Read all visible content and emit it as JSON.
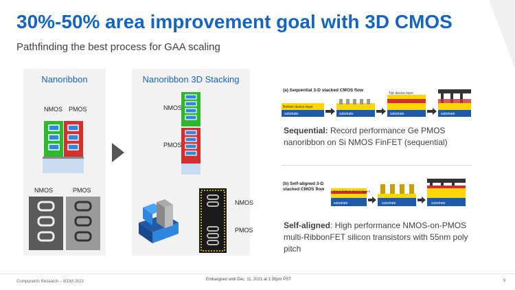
{
  "slide": {
    "title": "30%-50% area improvement goal with 3D CMOS",
    "subtitle": "Pathfinding the best process for GAA scaling"
  },
  "left_panel": {
    "label": "Nanoribbon",
    "nmos_top": "NMOS",
    "pmos_top": "PMOS",
    "nmos_bottom": "NMOS",
    "pmos_bottom": "PMOS"
  },
  "right_panel": {
    "label": "Nanoribbon 3D Stacking",
    "nmos_top": "NMOS",
    "pmos_top": "PMOS",
    "nmos_bottom": "NMOS",
    "pmos_bottom": "PMOS"
  },
  "sequential": {
    "flow_title": "(a) Sequential 3-D stacked CMOS flow",
    "bottom_layer": "Bottom device layer",
    "top_layer": "Top device layer",
    "substrate": "substrate",
    "desc_bold": "Sequential:",
    "desc_text": " Record performance Ge PMOS nanoribbon on Si NMOS FinFET (sequential)"
  },
  "self_aligned": {
    "flow_title_1": "(b) Self-aligned 3-D",
    "flow_title_2": "stacked CMOS flow",
    "layers": "Top & bottom device layers",
    "substrate": "substrate",
    "desc_bold": "Self-aligned",
    "desc_text": ": High performance NMOS-on-PMOS multi-RibbonFET silicon transistors with 55nm poly pitch"
  },
  "footer": {
    "left": "Components Research – IEDM 2021",
    "center": "Embargoed until Dec. 11, 2021 at 1:30pm PST",
    "page": "9"
  },
  "colors": {
    "title_blue": "#1565c0",
    "nmos_green": "#2eb82e",
    "pmos_red": "#d32f2f",
    "ribbon_blue": "#2e86de",
    "substrate_blue": "#1e5aa8",
    "layer_yellow": "#ffd400"
  }
}
